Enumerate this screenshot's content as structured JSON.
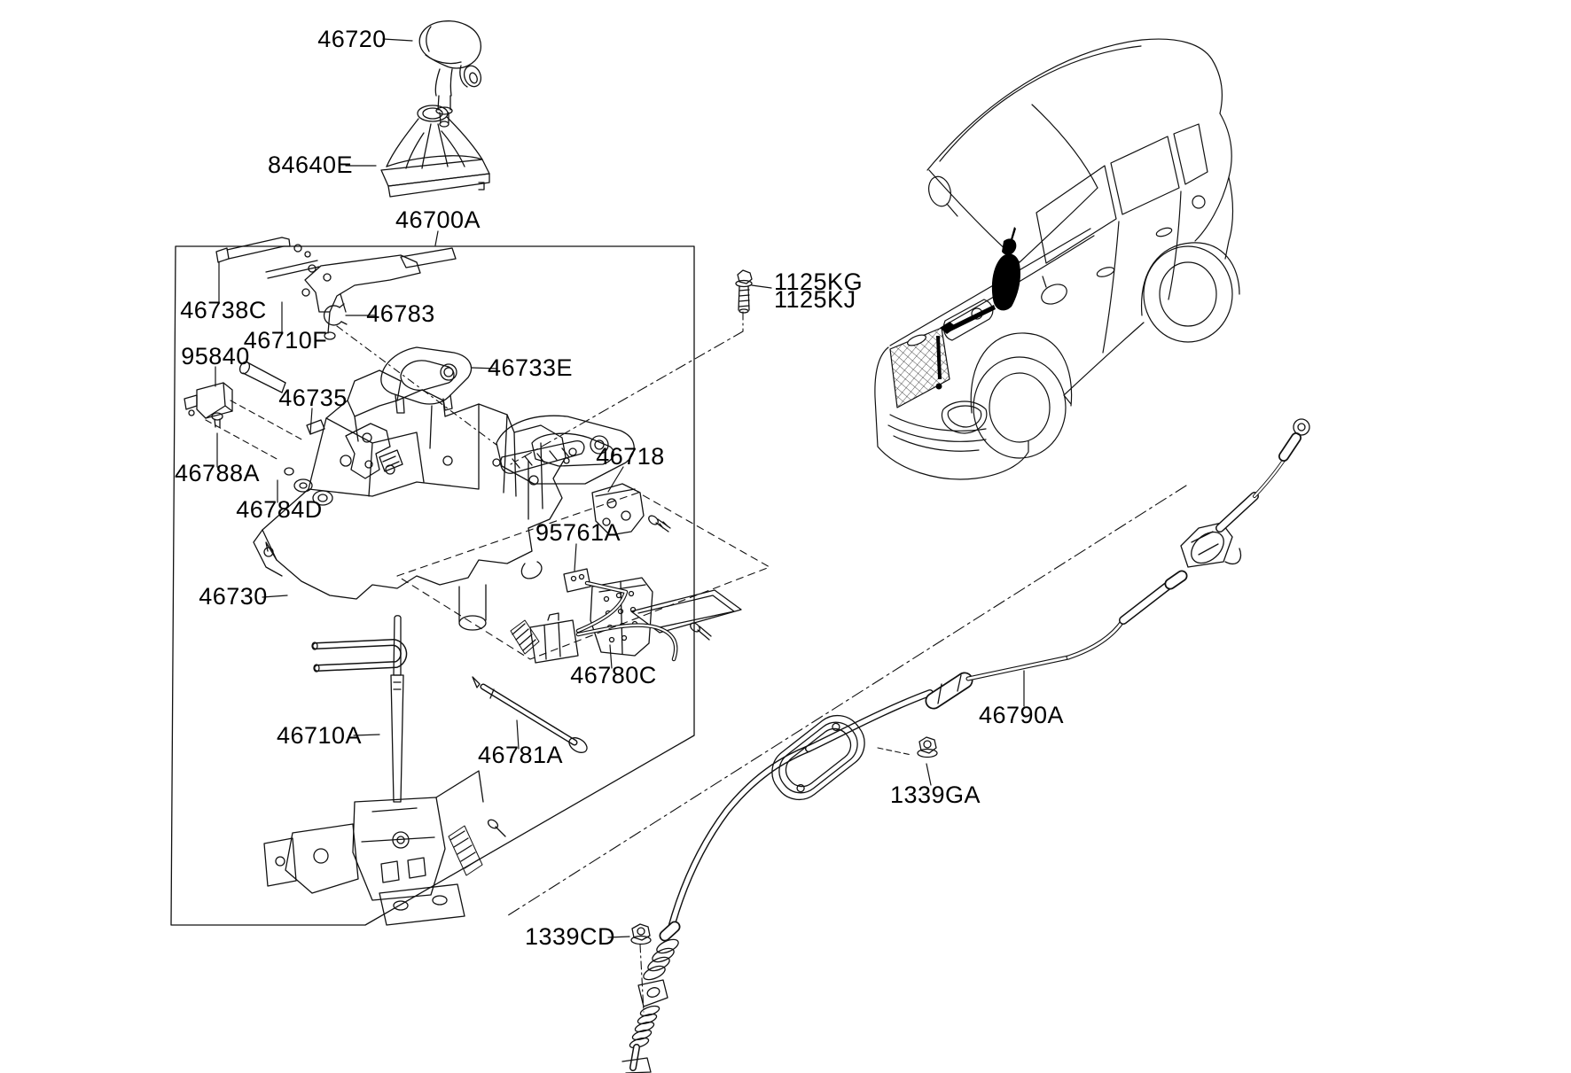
{
  "diagram": {
    "background": "#ffffff",
    "line_color": "#111111",
    "labels": {
      "46720": "46720",
      "84640E": "84640E",
      "46700A": "46700A",
      "46738C": "46738C",
      "46710F": "46710F",
      "46783": "46783",
      "95840": "95840",
      "46733E": "46733E",
      "46735": "46735",
      "46788A": "46788A",
      "46784D": "46784D",
      "46718": "46718",
      "95761A": "95761A",
      "46730": "46730",
      "46780C": "46780C",
      "46710A": "46710A",
      "46781A": "46781A",
      "1125KG": "1125KG",
      "1125KJ": "1125KJ",
      "46790A": "46790A",
      "1339GA": "1339GA",
      "1339CD": "1339CD"
    }
  }
}
